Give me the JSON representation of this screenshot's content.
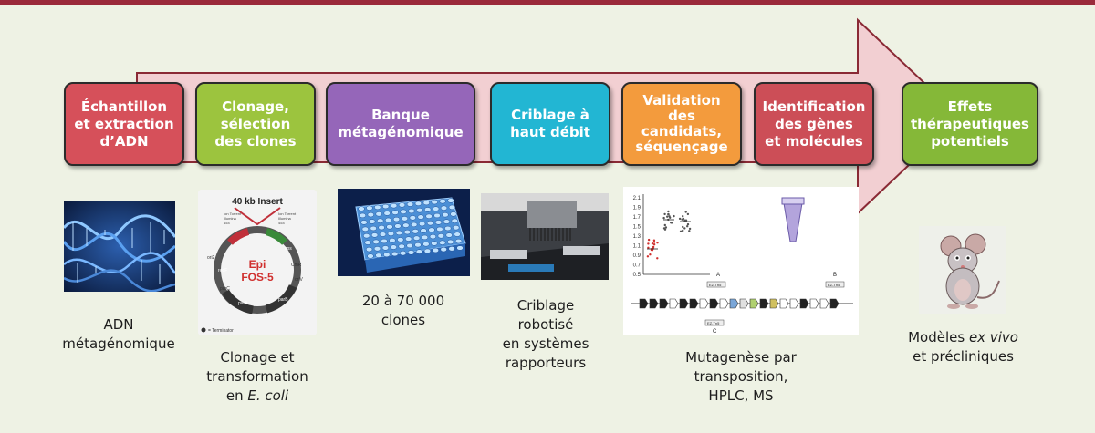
{
  "colors": {
    "background": "#eef2e4",
    "topbar": "#9a2a3a",
    "arrow_fill": "#f2cfd2",
    "arrow_stroke": "#8a2a35",
    "red": "#d6505a",
    "green": "#9cc43e",
    "purple": "#9566b9",
    "cyan": "#22b6d3",
    "orange": "#f39b3d",
    "dark_red": "#cc4e57",
    "lime": "#85b838"
  },
  "steps": [
    {
      "label": "Échantillon\net extraction\nd’ADN",
      "color": "#d6505a"
    },
    {
      "label": "Clonage,\nsélection\ndes clones",
      "color": "#9cc43e"
    },
    {
      "label": "Banque\nmétagénomique",
      "color": "#9566b9"
    },
    {
      "label": "Criblage à\nhaut débit",
      "color": "#22b6d3"
    },
    {
      "label": "Validation\ndes\ncandidats,\nséquençage",
      "color": "#f39b3d"
    },
    {
      "label": "Identification\ndes gènes\net molécules",
      "color": "#cc4e57"
    },
    {
      "label": "Effets\nthérapeutiques\npotentiels",
      "color": "#85b838"
    }
  ],
  "captions": {
    "dna": "ADN\nmétagénomique",
    "cloning_a": "Clonage et\ntransformation\nen ",
    "cloning_b": "E. coli",
    "library": "20 à 70 000\nclones",
    "screening": "Criblage\nrobotisé\nen systèmes\nrapporteurs",
    "mutagenesis": "Mutagenèse par\ntransposition,\nHPLC, MS",
    "models_a": "Modèles ",
    "models_b": "ex vivo",
    "models_c": "\net précliniques"
  },
  "plasmid": {
    "insert": "40 kb Insert",
    "left_seq": "Ion Torrent\nIllumina\n454",
    "right_seq": "Ion Torrent\nIllumina\n454",
    "name1": "Epi",
    "name2": "FOS-5",
    "g1": "cos",
    "g2": "CmR",
    "g3": "redF",
    "g4": "parB",
    "g5": "parA",
    "g6": "parC",
    "g7": "ori2",
    "g8": "oriV",
    "legend": "= Terminator"
  },
  "scatter": {
    "y_ticks": [
      "2.1",
      "1.9",
      "1.7",
      "1.5",
      "1.3",
      "1.1",
      "0.9",
      "0.7",
      "0.5"
    ],
    "tags": [
      "A",
      "B",
      "C"
    ],
    "tn": "EZ-Tn5"
  }
}
